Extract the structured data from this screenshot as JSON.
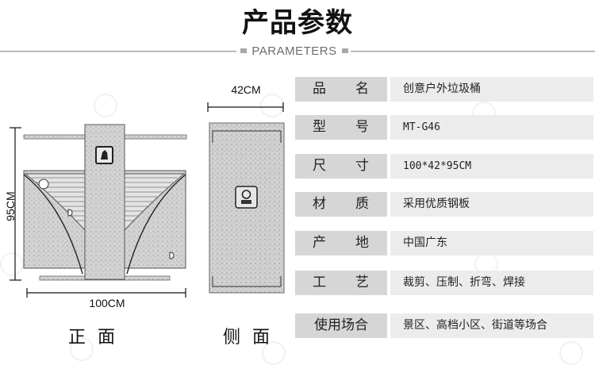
{
  "header": {
    "title": "产品参数",
    "subtitle": "PARAMETERS"
  },
  "params": [
    {
      "label_parts": [
        "品",
        "名"
      ],
      "value": "创意户外垃圾桶"
    },
    {
      "label_parts": [
        "型",
        "号"
      ],
      "value": "MT-G46"
    },
    {
      "label_parts": [
        "尺",
        "寸"
      ],
      "value": "100*42*95CM"
    },
    {
      "label_parts": [
        "材",
        "质"
      ],
      "value": "采用优质钢板"
    },
    {
      "label_parts": [
        "产",
        "地"
      ],
      "value": "中国广东"
    },
    {
      "label_parts": [
        "工",
        "艺"
      ],
      "value": "裁剪、压制、折弯、焊接"
    },
    {
      "label": "使用场合",
      "value": "景区、高档小区、街道等场合"
    }
  ],
  "drawings": {
    "front": {
      "caption": "正 面",
      "width_label": "100CM",
      "height_label": "95CM",
      "icon": "trash-sign-icon"
    },
    "side": {
      "caption": "侧 面",
      "width_label": "42CM",
      "icon": "recycle-icon"
    }
  },
  "colors": {
    "label_bg": "#d6d6d6",
    "value_bg": "#ececec",
    "stone": "#cfcfcf"
  }
}
